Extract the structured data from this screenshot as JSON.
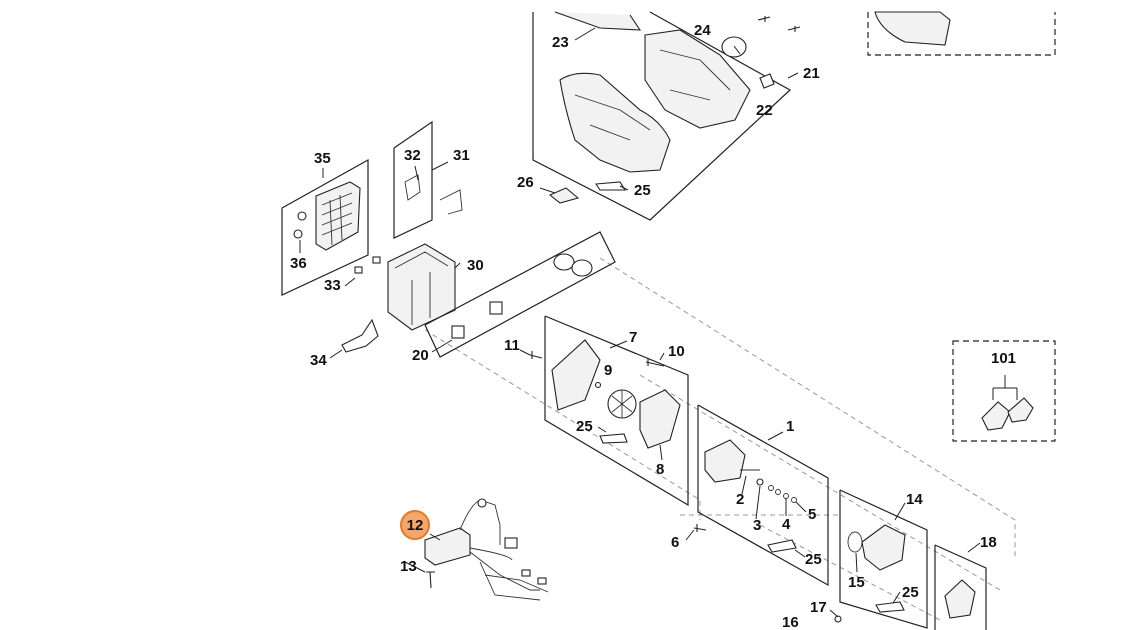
{
  "diagram": {
    "callouts": {
      "c1": "1",
      "c2": "2",
      "c3": "3",
      "c4": "4",
      "c5": "5",
      "c6": "6",
      "c7": "7",
      "c8": "8",
      "c9": "9",
      "c10": "10",
      "c11": "11",
      "c12": "12",
      "c13": "13",
      "c14": "14",
      "c15": "15",
      "c16": "16",
      "c17": "17",
      "c18": "18",
      "c20": "20",
      "c21": "21",
      "c22": "22",
      "c23": "23",
      "c24": "24",
      "c25a": "25",
      "c25b": "25",
      "c25c": "25",
      "c25d": "25",
      "c26": "26",
      "c30": "30",
      "c31": "31",
      "c32": "32",
      "c33": "33",
      "c34": "34",
      "c35": "35",
      "c36": "36",
      "c101": "101"
    },
    "highlighted_part": "12",
    "highlight_color": "#f5a66a",
    "highlight_border": "#e07b2e"
  }
}
